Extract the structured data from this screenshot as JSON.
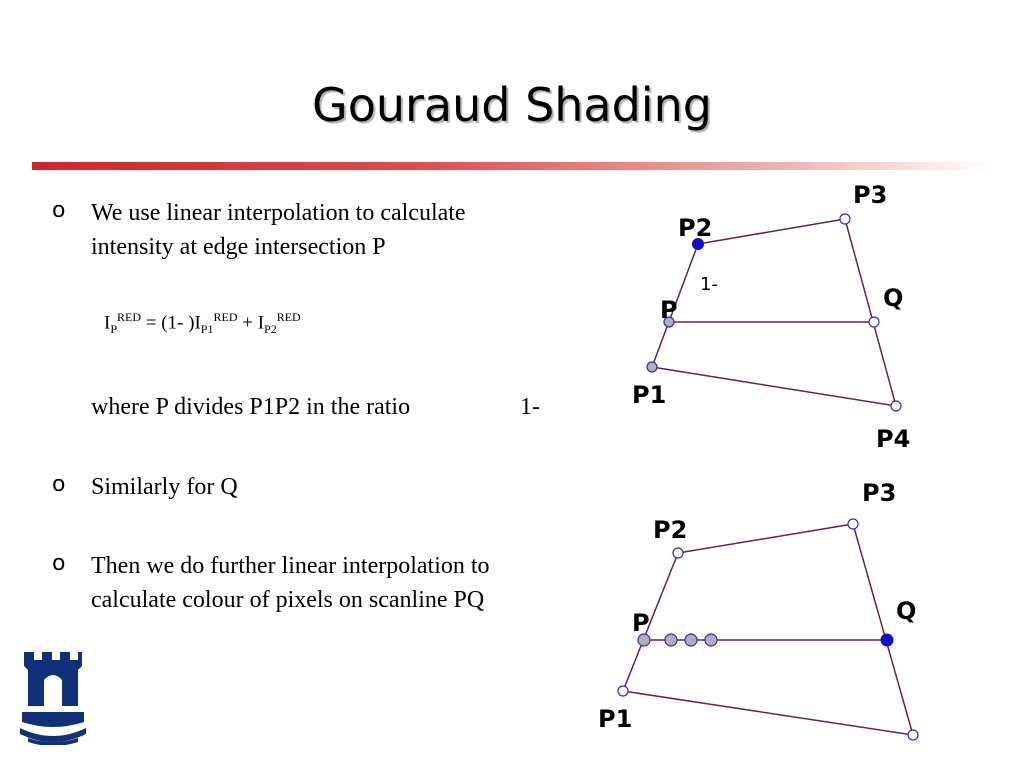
{
  "slide": {
    "title": "Gouraud Shading",
    "bullets": [
      {
        "line1": "We use linear interpolation to calculate",
        "line2": "intensity at edge intersection P"
      },
      {
        "line1": "Similarly for Q"
      },
      {
        "line1": "Then we do further linear interpolation to",
        "line2": "calculate colour of pixels on scanline PQ"
      }
    ],
    "formula": {
      "i1": "I",
      "p_sub": "P",
      "red_sup": "RED",
      "eq": " = (1- )I",
      "p1_sub": "P1",
      "red_sup2": "RED",
      "plus": " +  I",
      "p2_sub": "P2",
      "red_sup3": "RED"
    },
    "where_text": "where P divides P1P2 in the ratio",
    "ratio_text": "1-"
  },
  "diagram_top": {
    "labels": {
      "p1": "P1",
      "p2": "P2",
      "p3": "P3",
      "p4": "P4",
      "p": "P",
      "q": "Q",
      "ratio": "1-"
    }
  },
  "diagram_bottom": {
    "labels": {
      "p1": "P1",
      "p2": "P2",
      "p3": "P3",
      "p": "P",
      "q": "Q"
    }
  },
  "colors": {
    "edge": "#6b1f4a",
    "vertex_outline": "#2a2ad6",
    "filled": "#1010cc",
    "grey_fill": "#b0b0b0"
  }
}
